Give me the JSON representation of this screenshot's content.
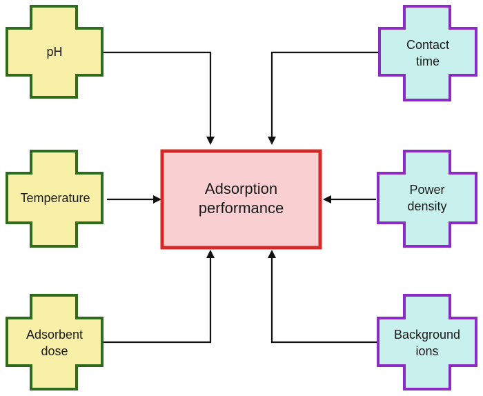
{
  "colors": {
    "left_fill": "#f9f0a8",
    "left_stroke": "#2e6b1d",
    "right_fill": "#c8f1ee",
    "right_stroke": "#8a2bc2",
    "center_fill": "#f9cfd1",
    "center_stroke": "#d32a2a",
    "arrow": "#111111"
  },
  "center": {
    "lines": [
      "Adsorption",
      "performance"
    ]
  },
  "factors": {
    "ph": {
      "lines": [
        "pH"
      ]
    },
    "temperature": {
      "lines": [
        "Temperature"
      ]
    },
    "adsorbent_dose": {
      "lines": [
        "Adsorbent",
        "dose"
      ]
    },
    "contact_time": {
      "lines": [
        "Contact",
        "time"
      ]
    },
    "power_density": {
      "lines": [
        "Power",
        "density"
      ]
    },
    "background_ions": {
      "lines": [
        "Background",
        "ions"
      ]
    }
  }
}
